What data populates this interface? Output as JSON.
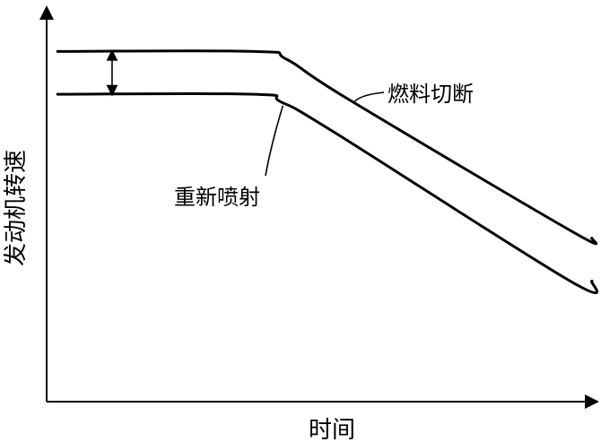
{
  "chart_data": {
    "type": "line",
    "xlabel": "时间",
    "ylabel": "发动机转速",
    "xlim": [
      0,
      100
    ],
    "ylim": [
      0,
      100
    ],
    "grid": false,
    "legend": "none",
    "series": [
      {
        "name": "燃料切断",
        "x": [
          2,
          38,
          44,
          55,
          96,
          100
        ],
        "y": [
          90,
          90,
          88,
          78,
          44,
          42
        ]
      },
      {
        "name": "重新喷射",
        "x": [
          2,
          38,
          43,
          53,
          96,
          100
        ],
        "y": [
          79,
          79,
          77,
          69,
          31,
          31
        ]
      }
    ],
    "annotations": [
      {
        "text": "燃料切断",
        "target": "燃料切断"
      },
      {
        "text": "重新喷射",
        "target": "重新喷射"
      }
    ],
    "marker": {
      "type": "double-arrow",
      "between": [
        "燃料切断",
        "重新喷射"
      ],
      "x": 12
    }
  }
}
